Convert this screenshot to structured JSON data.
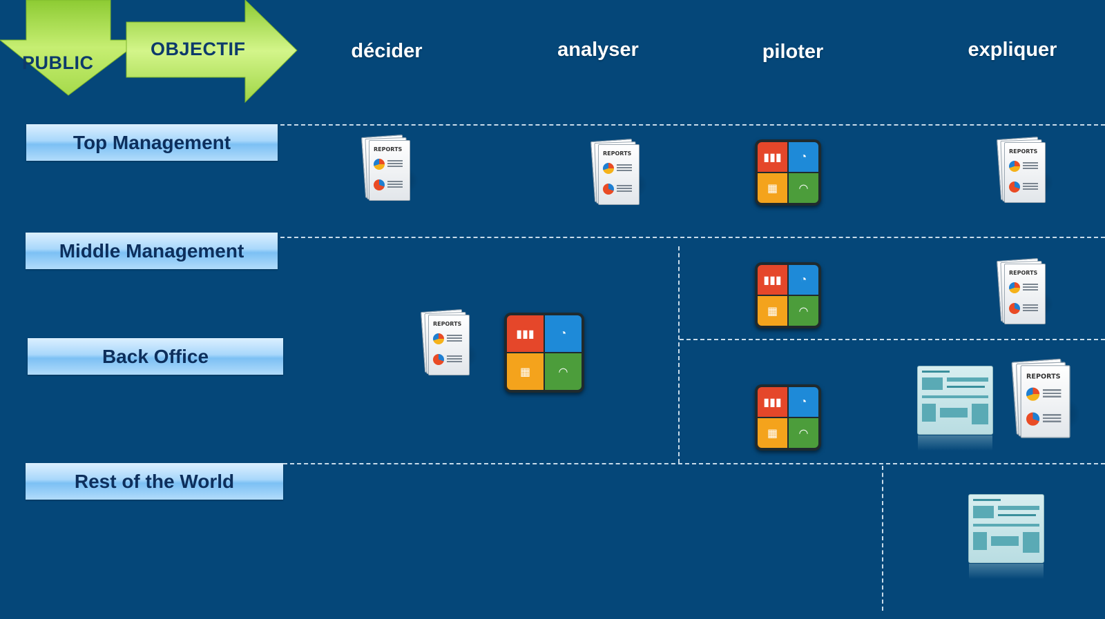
{
  "header": {
    "public_label": "PUBLIC",
    "objectif_label": "OBJECTIF",
    "columns": [
      "décider",
      "analyser",
      "piloter",
      "expliquer"
    ]
  },
  "rows": [
    "Top Management",
    "Middle Management",
    "Back Office",
    "Rest of the World"
  ],
  "icons": {
    "report_title": "REPORTS"
  },
  "colors": {
    "background": "#054779",
    "arrow_green": "#b4e05a",
    "label_blue": "#a9d8fb",
    "label_text": "#0d2f5c"
  }
}
